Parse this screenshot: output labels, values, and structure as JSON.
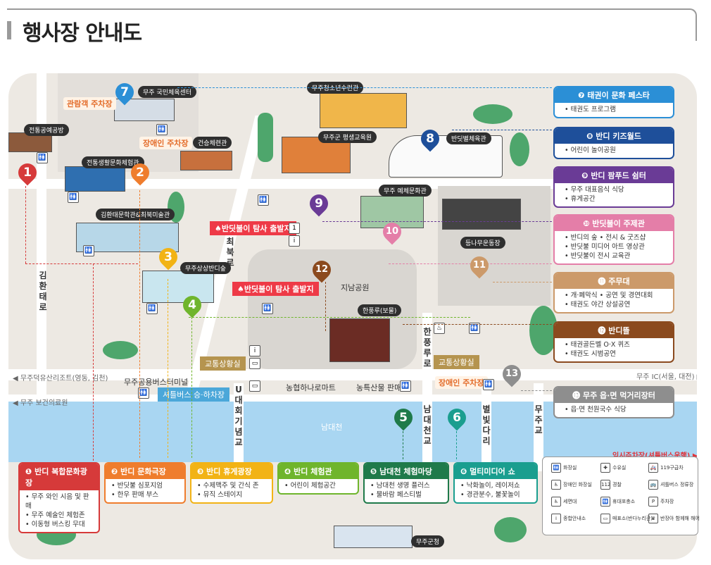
{
  "title": "행사장 안내도",
  "roads": {
    "kimhwan_road": "김환태로",
    "choebuk_road": "최북로",
    "hanpung_road": "한풍루로",
    "u_bridge": "U대회기념교",
    "namdae_bridge": "남대천교",
    "byeolbit_bridge": "별빛다리",
    "muju_bridge": "무주교",
    "river": "남대천"
  },
  "directions": {
    "left_top": "◀ 무주덕유산리조트(영동, 김천)",
    "left_bottom": "◀ 무주 보건의료원",
    "right_top": "무주 IC(서울, 대전) ▶",
    "shuttle_parking": "임시주차장(셔틀버스운행) ▶"
  },
  "places": {
    "traditional_culture": "전통공예공방",
    "traditional_life": "전통생활문화체험관",
    "kimhwantae": "김환태문학관&최북미술관",
    "muju_sangsang": "무주상상반디숲",
    "gymnasium": "무주 국민체육센터",
    "folk_hall": "건승체련관",
    "youth_center": "무주청소년수련관",
    "lifelong_edu": "무주군 평생교육원",
    "bandi_gym": "반딧별체육관",
    "arts_center": "무주 예체문화관",
    "deungna_stage": "등나무운동장",
    "jisan_park": "지남공원",
    "hanpungru": "한풍루(보물)",
    "bus_terminal": "무주공용버스터미널",
    "nonghyup": "농협하나로마트",
    "farm_market": "농특산물 판매장",
    "county_office": "무주군청"
  },
  "tags": {
    "visitor_parking": "관람객 주차장",
    "disabled_parking_1": "장애인 주차장",
    "disabled_parking_2": "장애인 주차장",
    "firefly_start_1": "♠반딧불이 탐사 출발지",
    "firefly_start_2": "♠반딧불이 탐사 출발지",
    "traffic_1": "교통상황실",
    "traffic_2": "교통상황실",
    "shuttle_stop": "셔틀버스 승·하차장"
  },
  "pins": [
    {
      "num": "1",
      "color": "#d63a3a"
    },
    {
      "num": "2",
      "color": "#ef7d2d"
    },
    {
      "num": "3",
      "color": "#f2b315"
    },
    {
      "num": "4",
      "color": "#6fb52c"
    },
    {
      "num": "5",
      "color": "#1f7a4a"
    },
    {
      "num": "6",
      "color": "#1a9e8f"
    },
    {
      "num": "7",
      "color": "#2b8fd6"
    },
    {
      "num": "8",
      "color": "#1e4f9a"
    },
    {
      "num": "9",
      "color": "#6a3b96"
    },
    {
      "num": "10",
      "color": "#e47ea8"
    },
    {
      "num": "11",
      "color": "#cc9a6a"
    },
    {
      "num": "12",
      "color": "#8b4a1e"
    },
    {
      "num": "13",
      "color": "#8e8e8e"
    }
  ],
  "right_cards": [
    {
      "title": "❼ 태권이 문화 페스타",
      "color": "#2b8fd6",
      "items": [
        "태권도 프로그램"
      ]
    },
    {
      "title": "❽ 반디 키즈월드",
      "color": "#1e4f9a",
      "items": [
        "어린이 놀이공원"
      ]
    },
    {
      "title": "❾ 반디 팜푸드 쉼터",
      "color": "#6a3b96",
      "items": [
        "무주 대표음식 식당",
        "휴게공간"
      ]
    },
    {
      "title": "❿ 반딧불이 주제관",
      "color": "#e47ea8",
      "items": [
        "반디의 숲   • 전시 & 굿즈샵",
        "반딧불 미디어 아트 영상관",
        "반딧불이 전시 교육관"
      ]
    },
    {
      "title": "⓫ 주무대",
      "color": "#cc9a6a",
      "items": [
        "개·폐막식  • 공연 및 경연대회",
        "태권도 야간 상설공연"
      ]
    },
    {
      "title": "⓬ 반디뜰",
      "color": "#8b4a1e",
      "items": [
        "태권골든벨 O·X 퀴즈",
        "태권도 시범공연"
      ]
    },
    {
      "title": "⓭ 무주 읍·면 먹거리장터",
      "color": "#8e8e8e",
      "items": [
        "읍·면 천원국수 식당"
      ]
    }
  ],
  "bottom_cards": [
    {
      "title": "❶ 반디 복합문화광장",
      "color": "#d63a3a",
      "items": [
        "무주 와인 시음 및 판매",
        "무주 예술인 체험존",
        "이동형 버스킹 무대"
      ]
    },
    {
      "title": "❷ 반디 문화극장",
      "color": "#ef7d2d",
      "items": [
        "반딧불 심포지엄",
        "한우 판매 부스"
      ]
    },
    {
      "title": "❸ 반디 휴게광장",
      "color": "#f2b315",
      "items": [
        "수제맥주 및 간식 존",
        "뮤직 스테이지"
      ]
    },
    {
      "title": "❹ 반디 체험관",
      "color": "#6fb52c",
      "items": [
        "어린이 체험공간"
      ]
    },
    {
      "title": "❺ 남대천 체험마당",
      "color": "#1f7a4a",
      "items": [
        "남대천 생명 플러스",
        "물바람 페스티벌"
      ]
    },
    {
      "title": "❻ 멀티미디어 쇼",
      "color": "#1a9e8f",
      "items": [
        "낙화놀이, 레이저쇼",
        "경관분수, 불꽃놀이"
      ]
    }
  ],
  "legend": [
    {
      "icon": "🚻",
      "label": "화장실"
    },
    {
      "icon": "✚",
      "label": "수유실"
    },
    {
      "icon": "🚑",
      "label": "119구급차"
    },
    {
      "icon": "♿",
      "label": "장애인 화장실"
    },
    {
      "icon": "112",
      "label": "경찰"
    },
    {
      "icon": "🚌",
      "label": "셔틀버스 정류장"
    },
    {
      "icon": "♿",
      "label": "세면대"
    },
    {
      "icon": "🚻",
      "label": "휴대포충소"
    },
    {
      "icon": "P",
      "label": "주차장"
    },
    {
      "icon": "i",
      "label": "종합안내소"
    },
    {
      "icon": "▭",
      "label": "매표소(반다누리관)"
    },
    {
      "icon": "♛",
      "label": "반장아 함께해 해어"
    }
  ]
}
